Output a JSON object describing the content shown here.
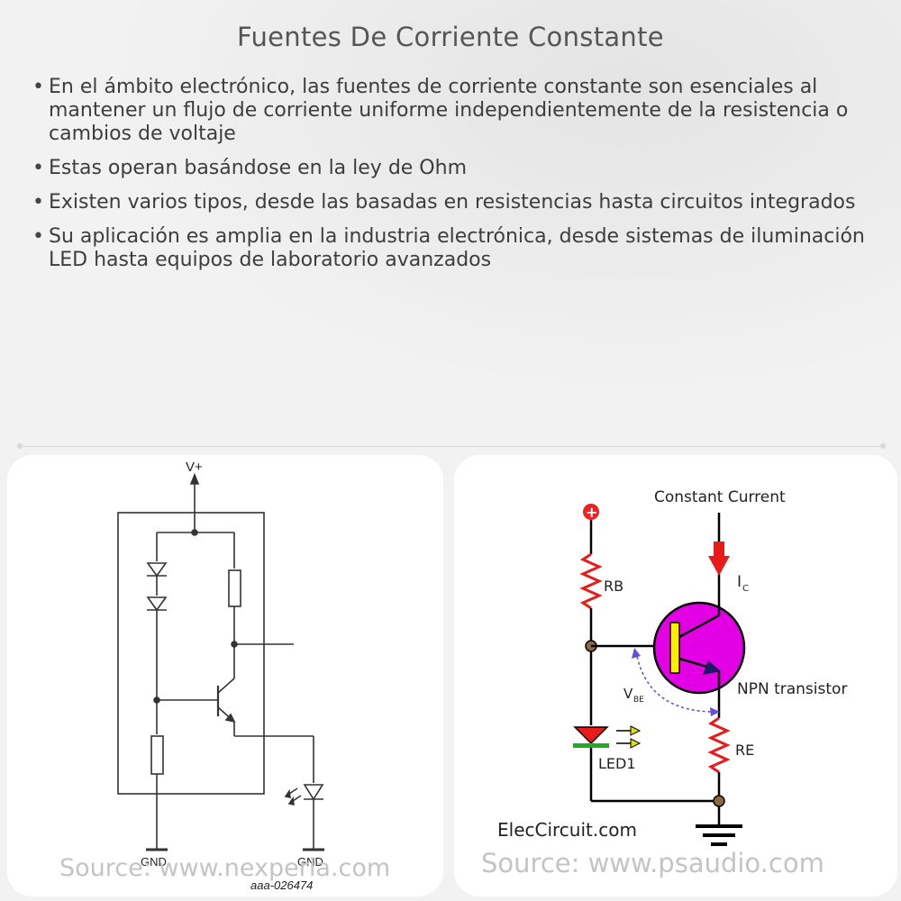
{
  "title": "Fuentes De Corriente Constante",
  "bullets": [
    "En el ámbito electrónico, las fuentes de corriente constante son esenciales al mantener un flujo de corriente uniforme independientemente de la resistencia o cambios de voltaje",
    "Estas operan basándose en la ley de Ohm",
    "Existen varios tipos, desde las basadas en resistencias hasta circuitos integrados",
    "Su aplicación es amplia en la industria electrónica, desde sistemas de iluminación LED hasta equipos de laboratorio avanzados"
  ],
  "left_diagram": {
    "supply_label": "V+",
    "ground_label_1": "GND",
    "ground_label_2": "GND",
    "part_code": "aaa-026474",
    "source": "Source: www.nexperia.com"
  },
  "right_diagram": {
    "title": "Constant Current",
    "plus_symbol": "+",
    "rb_label": "RB",
    "ic_label": "I",
    "ic_sub": "C",
    "transistor_label": "NPN transistor",
    "vbe_label": "V",
    "vbe_sub": "BE",
    "re_label": "RE",
    "led_label": "LED1",
    "brand": "ElecCircuit.com",
    "source": "Source: www.psaudio.com"
  },
  "colors": {
    "background": "#f2f2f2",
    "text": "#3d3d3d",
    "transistor": "#e400e4",
    "arrow_red": "#e81b1b",
    "led_green": "#22aa22",
    "vbe_arrow": "#6a4fd8",
    "plus_red": "#ee2222",
    "wire": "#000000"
  }
}
